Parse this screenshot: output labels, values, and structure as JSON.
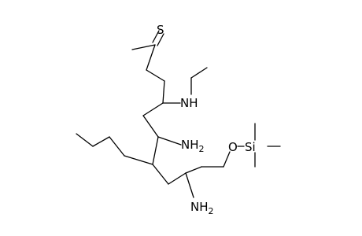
{
  "molecule": {
    "labels": {
      "thione_sulfur": "S",
      "ethylamino_nh": "NH",
      "amine_upper": "NH",
      "amine_upper_sub": "2",
      "amine_lower": "NH",
      "amine_lower_sub": "2",
      "ether_oxygen": "O",
      "silicon": "Si"
    }
  }
}
